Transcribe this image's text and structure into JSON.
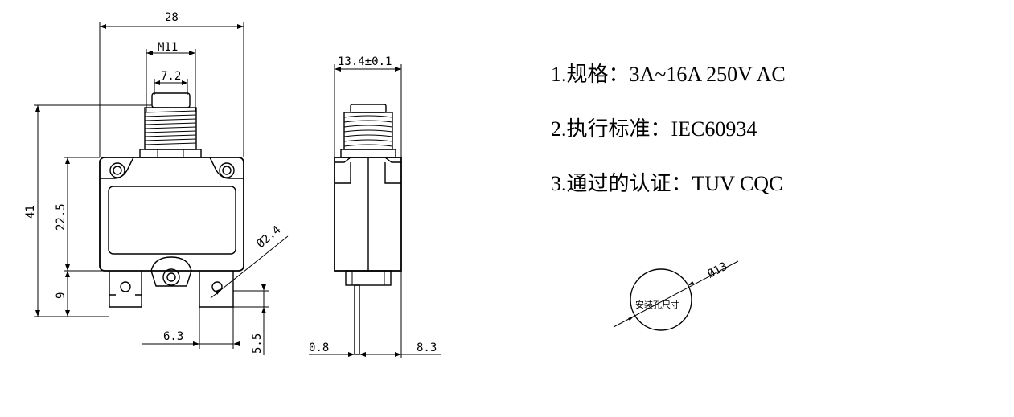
{
  "front_view": {
    "width_28": "28",
    "thread_m11": "M11",
    "button_7_2": "7.2",
    "height_41": "41",
    "body_22_5": "22.5",
    "terminal_9": "9",
    "hole_2_4": "Ø2.4",
    "terminal_6_3": "6.3",
    "terminal_5_5": "5.5"
  },
  "side_view": {
    "thread_13_4": "13.4±0.1",
    "pin_0_8": "0.8",
    "pin_8_3": "8.3"
  },
  "specs": {
    "line1": "1.规格：3A~16A  250V  AC",
    "line2": "2.执行标准：IEC60934",
    "line3": "3.通过的认证：TUV  CQC"
  },
  "mount_hole": {
    "diameter": "Ø13",
    "label": "安装孔尺寸"
  }
}
